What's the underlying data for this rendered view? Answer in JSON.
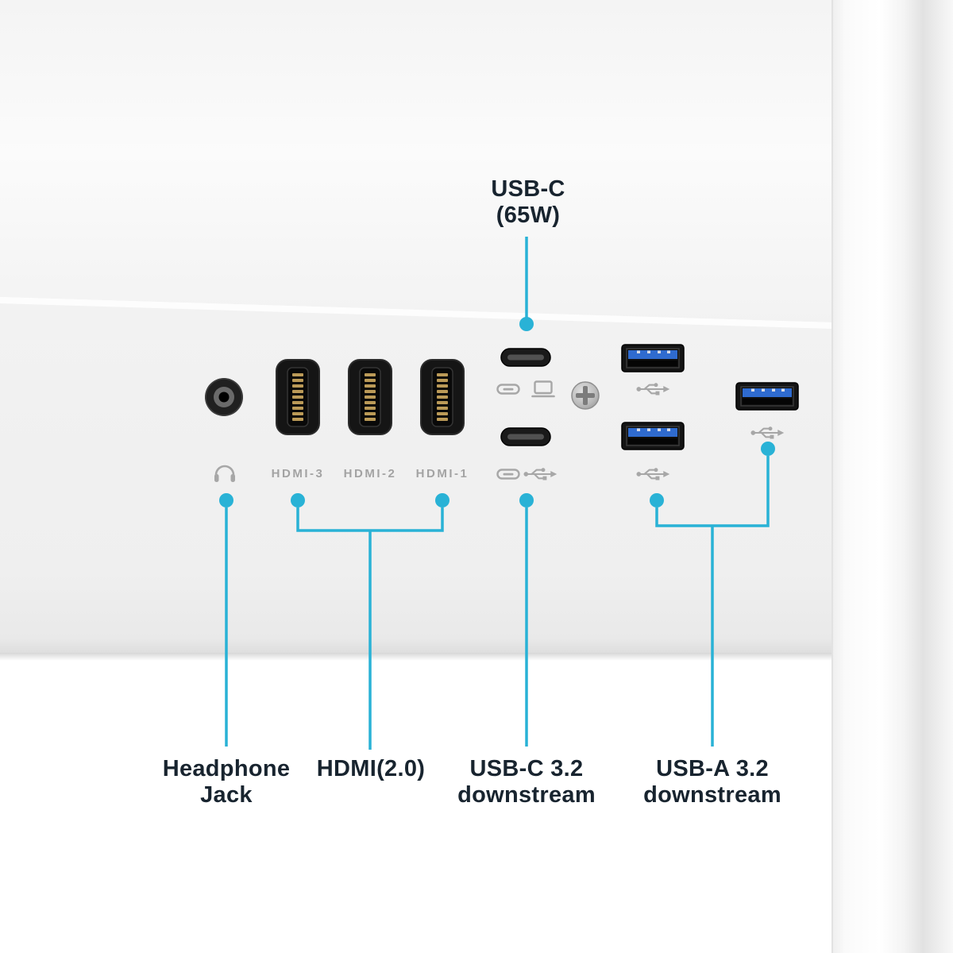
{
  "colors": {
    "accent": "#29b2d6",
    "label_text": "#18242f",
    "etch_gray": "#a3a3a3",
    "usb_blue": "#2f6bcf"
  },
  "callouts": {
    "usb_c_power": {
      "line1": "USB-C",
      "line2": "(65W)"
    },
    "headphone": {
      "line1": "Headphone",
      "line2": "Jack"
    },
    "hdmi": {
      "line1": "HDMI(2.0)"
    },
    "usb_c_downstream": {
      "line1": "USB-C 3.2",
      "line2": "downstream"
    },
    "usb_a_downstream": {
      "line1": "USB-A 3.2",
      "line2": "downstream"
    }
  },
  "etched_labels": {
    "hdmi3": "HDMI-3",
    "hdmi2": "HDMI-2",
    "hdmi1": "HDMI-1"
  },
  "icons": {
    "headphone": "headphone-icon",
    "usb_c_pill": "usb-c-pill-icon",
    "laptop": "laptop-icon",
    "usb_trident": "usb-trident-icon",
    "screw": "phillips-screw"
  }
}
